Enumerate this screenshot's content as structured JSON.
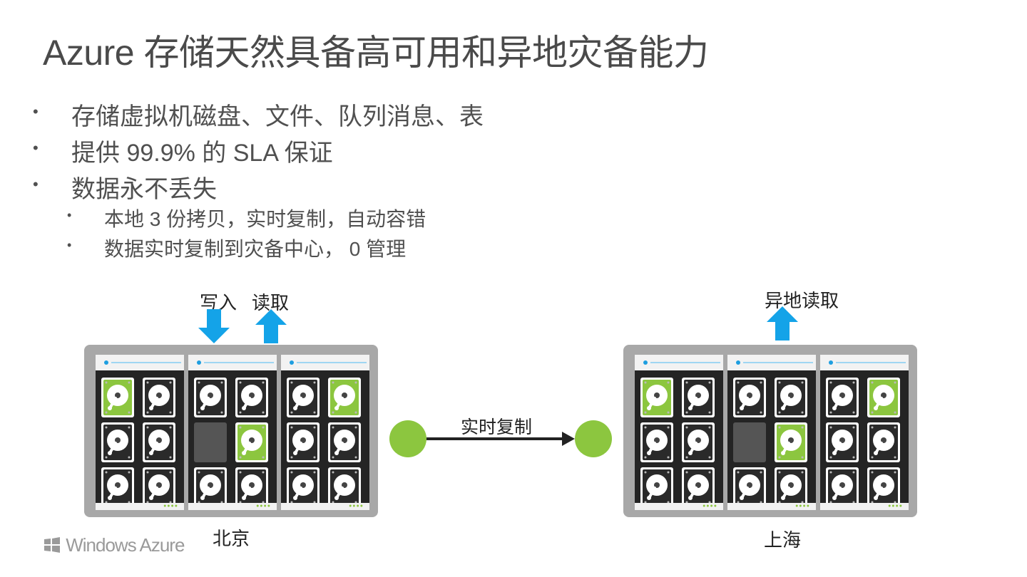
{
  "title": "Azure 存储天然具备高可用和异地灾备能力",
  "bullets": [
    "存储虚拟机磁盘、文件、队列消息、表",
    "提供 99.9% 的 SLA 保证",
    "数据永不丢失"
  ],
  "sub_bullets": [
    "本地 3 份拷贝，实时复制，自动容错",
    "数据实时复制到灾备中心， 0 管理"
  ],
  "bullet_symbol": "•",
  "diagram": {
    "write_label": "写入",
    "read_label": "读取",
    "remote_read_label": "异地读取",
    "replication_label": "实时复制",
    "primary_site": "北京",
    "secondary_site": "上海",
    "arrow_color": "#14a3e8",
    "disk_highlight_color": "#8cc63f",
    "node_color": "#8cc63f"
  },
  "logo": {
    "text": "Windows Azure",
    "icon": "windows-flag-icon"
  }
}
